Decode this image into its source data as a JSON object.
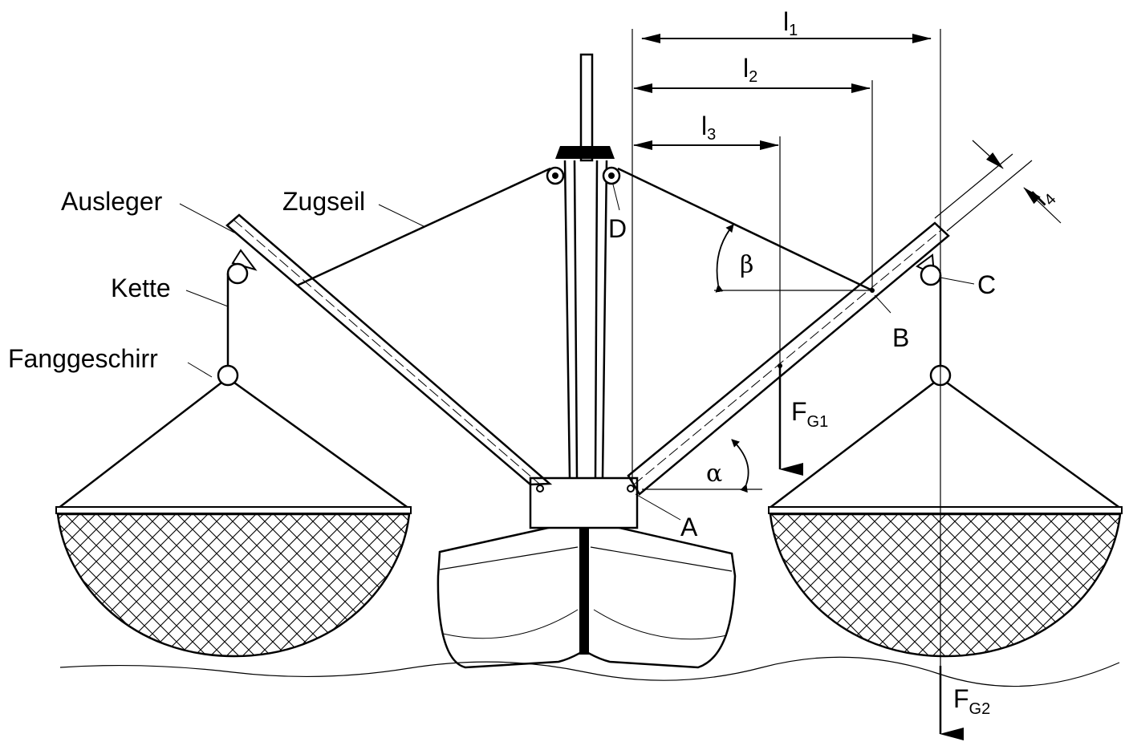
{
  "labels": {
    "ausleger": "Ausleger",
    "zugseil": "Zugseil",
    "kette": "Kette",
    "fanggeschirr": "Fanggeschirr",
    "point_a": "A",
    "point_b": "B",
    "point_c": "C",
    "point_d": "D",
    "alpha": "α",
    "beta": "β"
  },
  "dimensions": {
    "l1": {
      "main": "l",
      "sub": "1"
    },
    "l2": {
      "main": "l",
      "sub": "2"
    },
    "l3": {
      "main": "l",
      "sub": "3"
    },
    "l4": {
      "main": "l",
      "sub": "4"
    }
  },
  "forces": {
    "fg1": {
      "main": "F",
      "sub": "G1"
    },
    "fg2": {
      "main": "F",
      "sub": "G2"
    }
  }
}
